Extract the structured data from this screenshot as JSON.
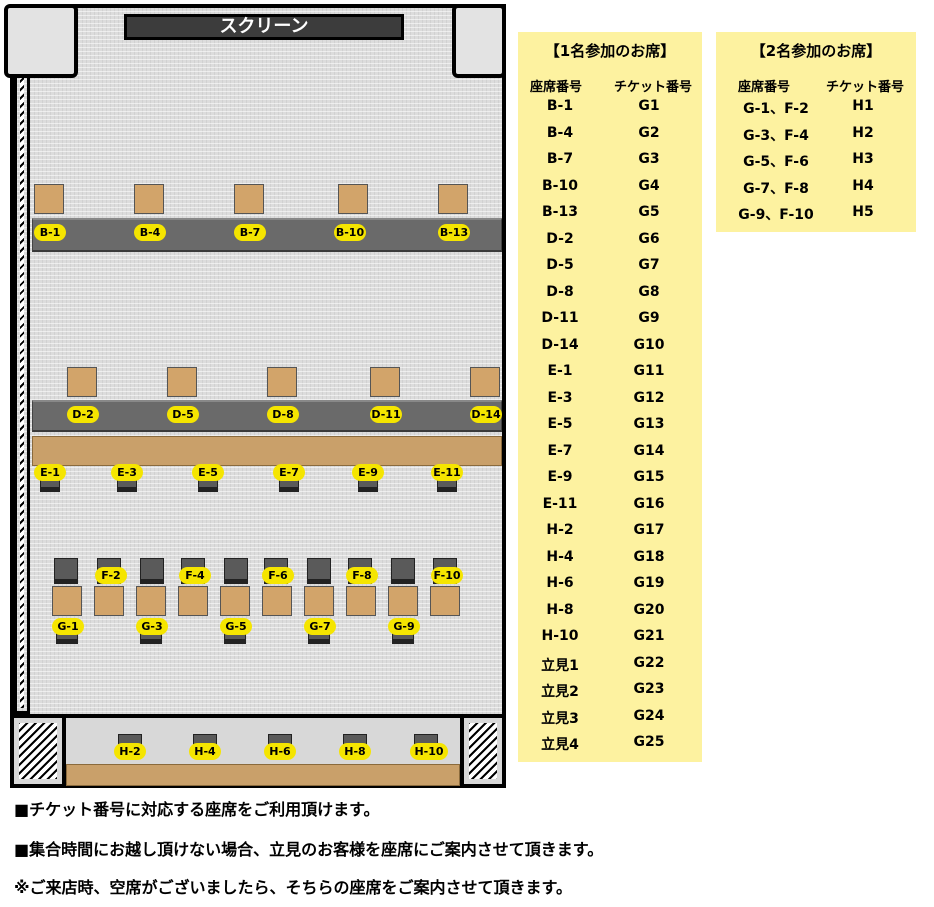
{
  "screen_label": "スクリーン",
  "map": {
    "row_b": [
      "B-1",
      "B-4",
      "B-7",
      "B-10",
      "B-13"
    ],
    "row_d": [
      "D-2",
      "D-5",
      "D-8",
      "D-11",
      "D-14"
    ],
    "row_e": [
      "E-1",
      "E-3",
      "E-5",
      "E-7",
      "E-9",
      "E-11"
    ],
    "row_f": [
      "F-2",
      "F-4",
      "F-6",
      "F-8",
      "F-10"
    ],
    "row_g": [
      "G-1",
      "G-3",
      "G-5",
      "G-7",
      "G-9"
    ],
    "row_h": [
      "H-2",
      "H-4",
      "H-6",
      "H-8",
      "H-10"
    ]
  },
  "single_table": {
    "title": "【1名参加のお席】",
    "col_seat": "座席番号",
    "col_ticket": "チケット番号",
    "rows": [
      [
        "B-1",
        "G1"
      ],
      [
        "B-4",
        "G2"
      ],
      [
        "B-7",
        "G3"
      ],
      [
        "B-10",
        "G4"
      ],
      [
        "B-13",
        "G5"
      ],
      [
        "D-2",
        "G6"
      ],
      [
        "D-5",
        "G7"
      ],
      [
        "D-8",
        "G8"
      ],
      [
        "D-11",
        "G9"
      ],
      [
        "D-14",
        "G10"
      ],
      [
        "E-1",
        "G11"
      ],
      [
        "E-3",
        "G12"
      ],
      [
        "E-5",
        "G13"
      ],
      [
        "E-7",
        "G14"
      ],
      [
        "E-9",
        "G15"
      ],
      [
        "E-11",
        "G16"
      ],
      [
        "H-2",
        "G17"
      ],
      [
        "H-4",
        "G18"
      ],
      [
        "H-6",
        "G19"
      ],
      [
        "H-8",
        "G20"
      ],
      [
        "H-10",
        "G21"
      ],
      [
        "立見1",
        "G22"
      ],
      [
        "立見2",
        "G23"
      ],
      [
        "立見3",
        "G24"
      ],
      [
        "立見4",
        "G25"
      ]
    ]
  },
  "pair_table": {
    "title": "【2名参加のお席】",
    "col_seat": "座席番号",
    "col_ticket": "チケット番号",
    "rows": [
      [
        "G-1、F-2",
        "H1"
      ],
      [
        "G-3、F-4",
        "H2"
      ],
      [
        "G-5、F-6",
        "H3"
      ],
      [
        "G-7、F-8",
        "H4"
      ],
      [
        "G-9、F-10",
        "H5"
      ]
    ]
  },
  "notes": [
    "■チケット番号に対応する座席をご利用頂けます。",
    "■集合時間にお越し頂けない場合、立見のお客様を座席にご案内させて頂きます。",
    "※ご来店時、空席がございましたら、そちらの座席をご案内させて頂きます。"
  ]
}
